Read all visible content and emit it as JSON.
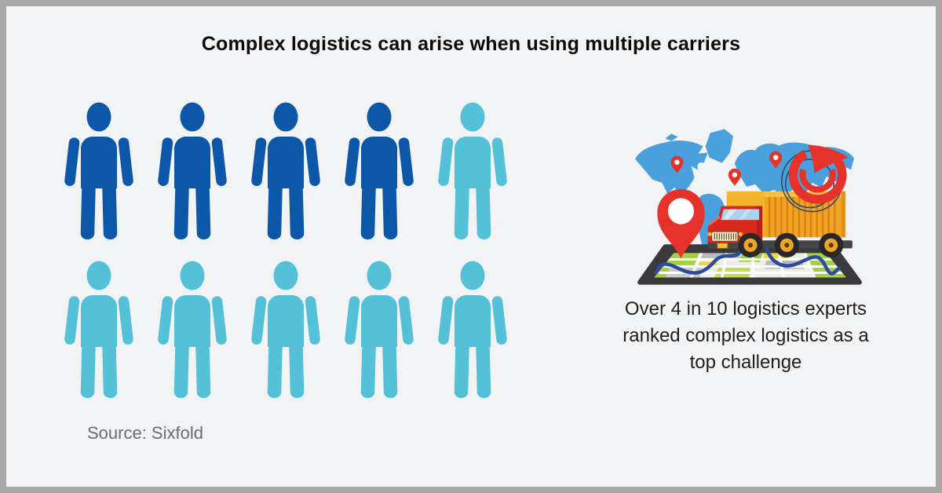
{
  "frame": {
    "background": "#f2f3f5",
    "border_color": "#a9a9a9"
  },
  "title": "Complex logistics can arise when using multiple carriers",
  "chart_data": {
    "type": "pictogram",
    "title": "Complex logistics can arise when using multiple carriers",
    "icon": "person",
    "total_icons": 10,
    "highlighted_icons": 4,
    "rows": 2,
    "columns": 5,
    "highlight_color": "#0d57a8",
    "base_color": "#55c1d9",
    "statement": "Over 4 in 10 logistics experts ranked complex logistics as a top challenge",
    "ratio_label": "Over 4 in 10",
    "source": "Source: Sixfold",
    "legend_position": "none",
    "grid": false
  },
  "caption": {
    "lines": [
      "Over 4 in 10 logistics experts",
      "ranked complex logistics as a",
      "top challenge"
    ]
  },
  "source_label": "Source: Sixfold",
  "illustration": {
    "name": "truck-world-map-illustration"
  },
  "colors": {
    "map_blue": "#4aa0dd",
    "pin_red": "#e5332b",
    "container_orange": "#f2a51f",
    "cab_red": "#d8291f",
    "route_blue": "#2d4a9b",
    "tablet_dark": "#3a3a3d"
  }
}
